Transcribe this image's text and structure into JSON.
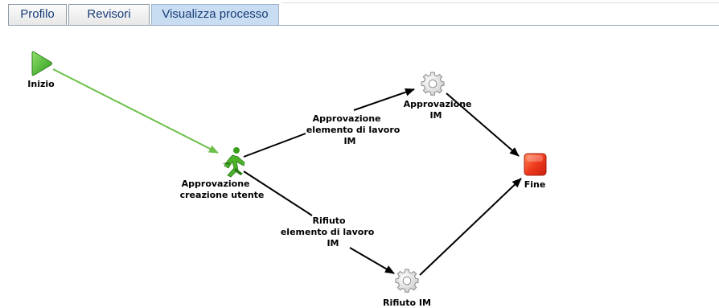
{
  "tabs": [
    {
      "label": "Profilo",
      "active": false
    },
    {
      "label": "Revisori",
      "active": false
    },
    {
      "label": "Visualizza processo",
      "active": true
    }
  ],
  "diagram": {
    "nodes": {
      "start": {
        "label": "Inizio",
        "icon": "start-play-icon"
      },
      "user_creation": {
        "label_lines": [
          "Approvazione",
          "creazione utente"
        ],
        "icon": "running-person-icon"
      },
      "im_approval": {
        "label_lines": [
          "Approvazione",
          "IM"
        ],
        "icon": "gear-icon"
      },
      "im_reject": {
        "label": "Rifiuto IM",
        "icon": "gear-icon"
      },
      "end": {
        "label": "Fine",
        "icon": "stop-square-icon"
      }
    },
    "edges": {
      "approve": {
        "label_lines": [
          "Approvazione",
          "elemento di lavoro",
          "IM"
        ]
      },
      "reject": {
        "label_lines": [
          "Rifiuto",
          "elemento di lavoro",
          "IM"
        ]
      }
    },
    "colors": {
      "start_edge": "#6cc04a",
      "edge": "#000000",
      "end_node": "#e8331e",
      "start_node": "#3fae2a"
    }
  }
}
